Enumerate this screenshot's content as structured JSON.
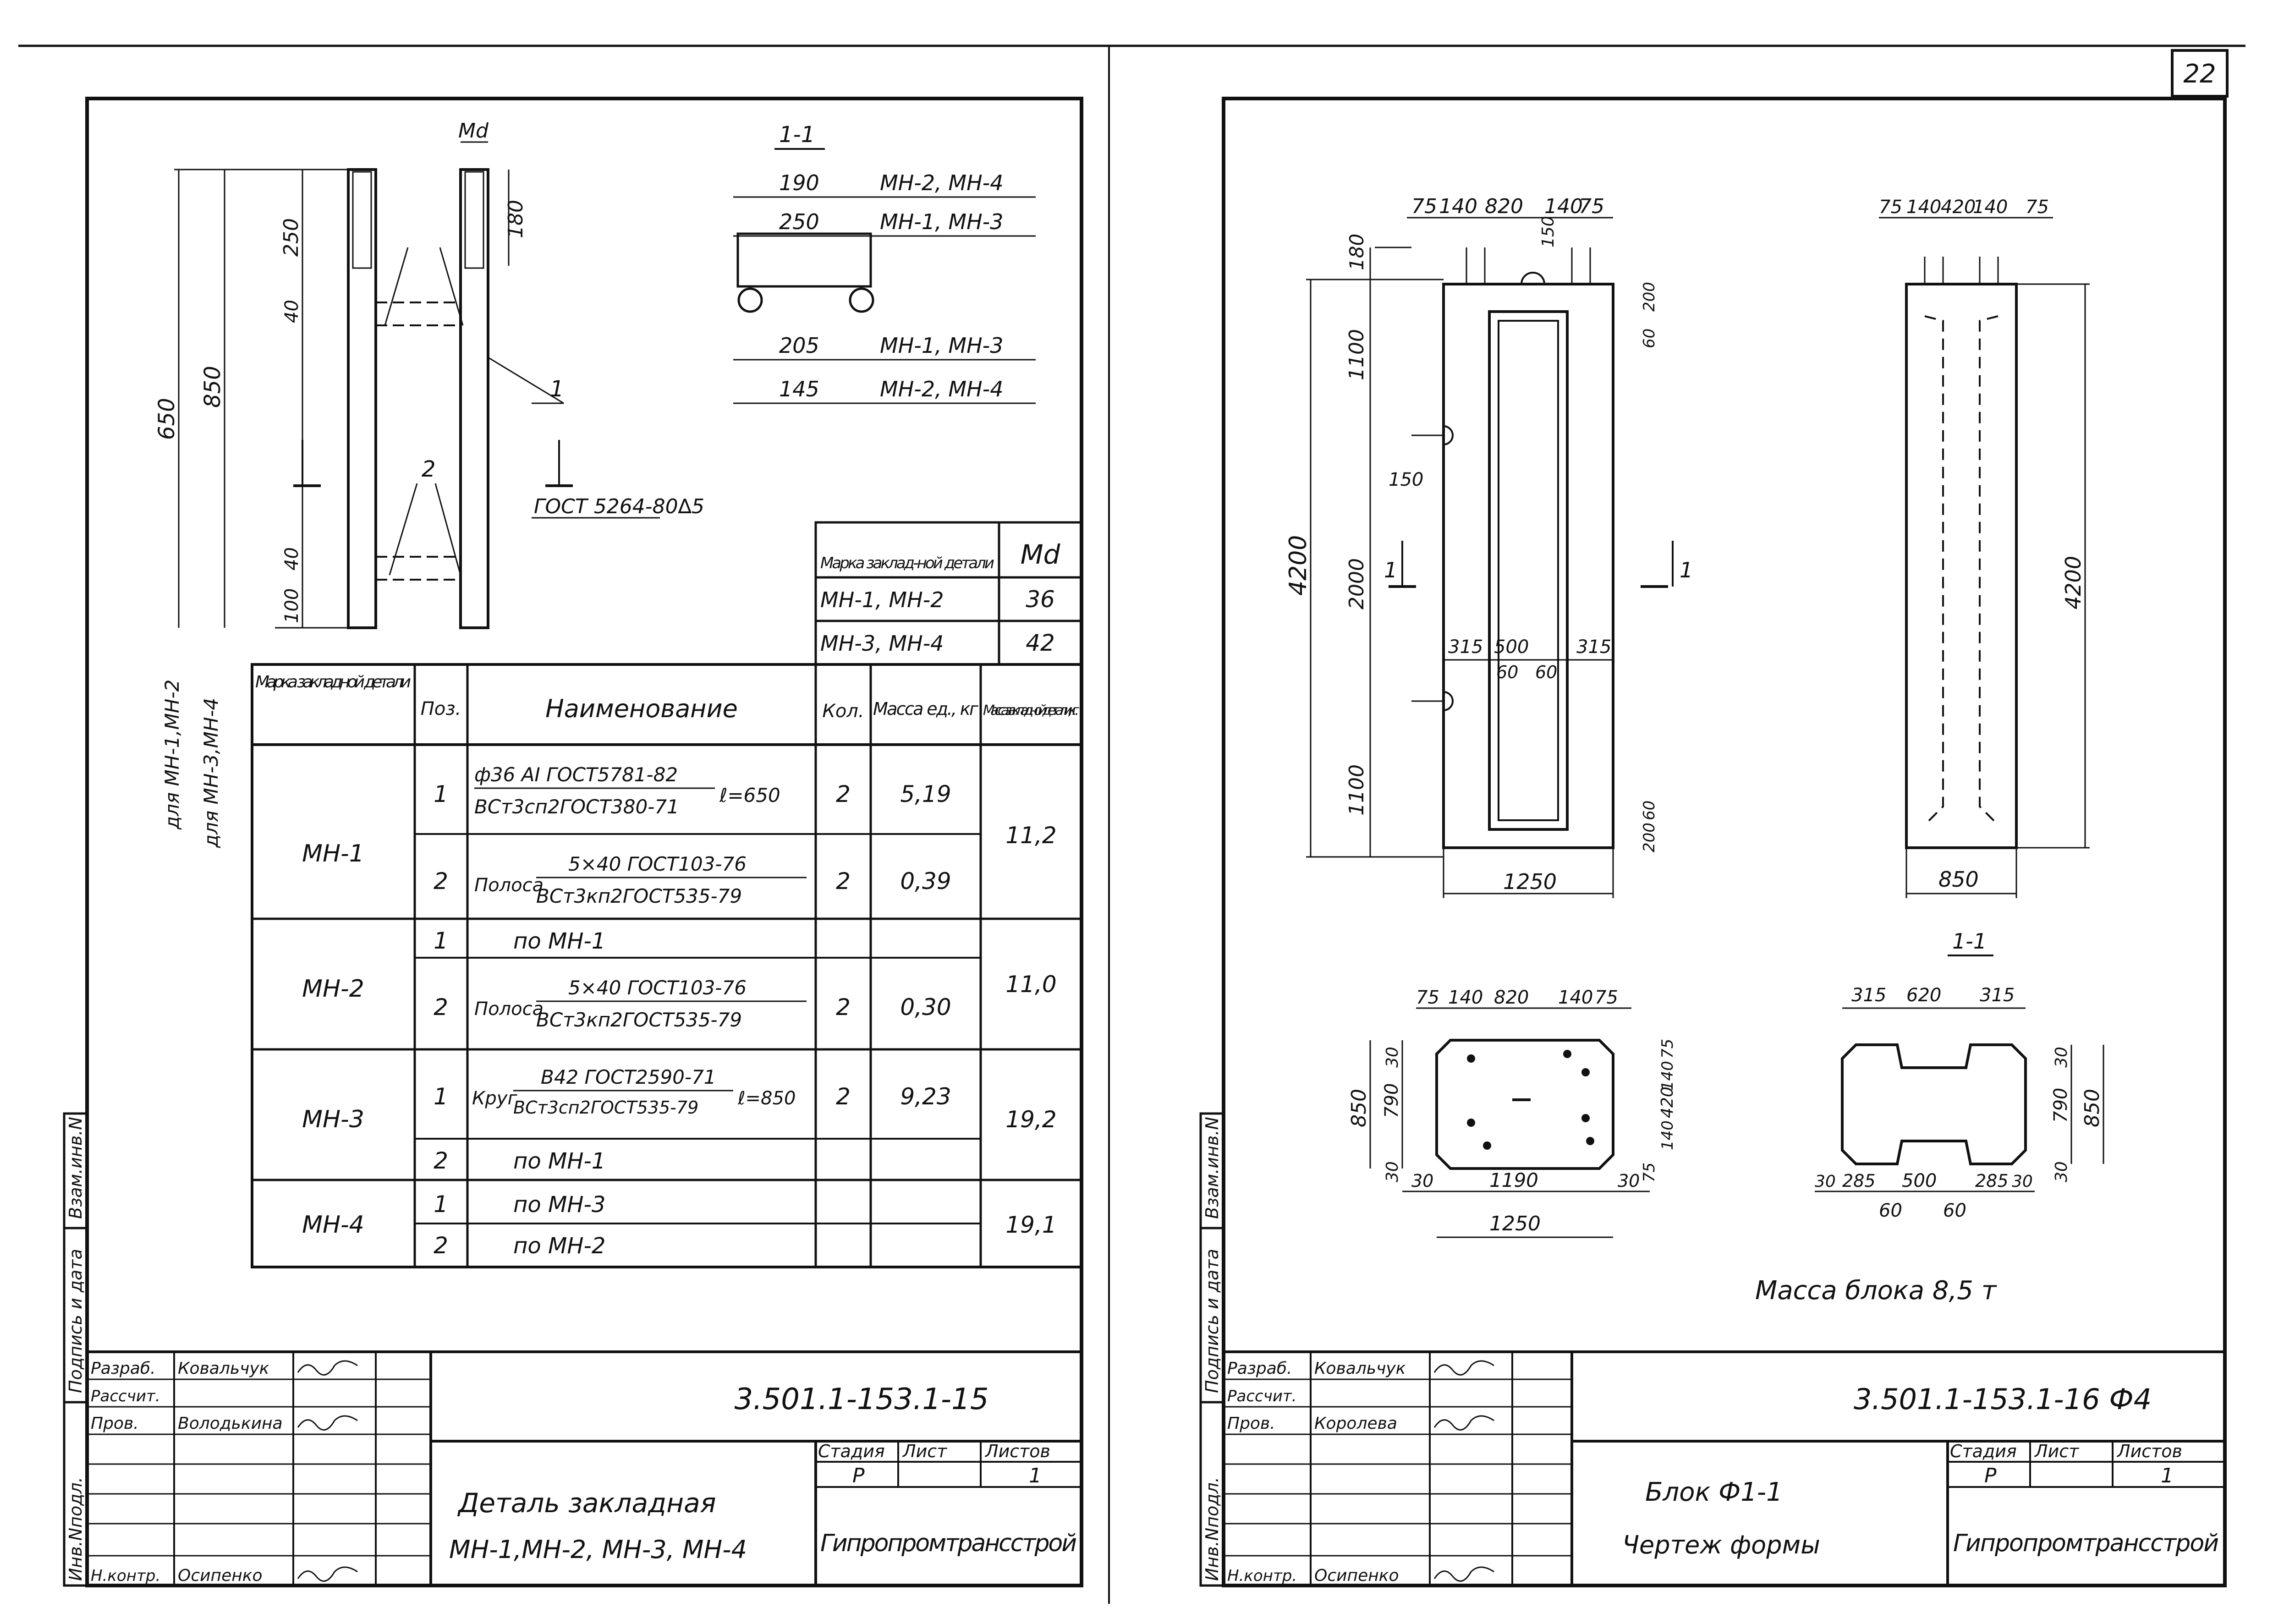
{
  "page_number": "22",
  "left_sheet": {
    "section_label": "1-1",
    "md_label": "Md",
    "dims_side": {
      "d650": "650",
      "d850": "850",
      "d250": "250",
      "d40a": "40",
      "d180": "180",
      "d40b": "40",
      "d100": "100"
    },
    "leaders": {
      "pos1": "1",
      "pos2": "2"
    },
    "weld_note": "ГОСТ 5264-80∆5",
    "for_mn12": "для МН-1,МН-2",
    "for_mn34": "для МН-3,МН-4",
    "section_rows": [
      {
        "dim": "190",
        "marks": "МН-2, МН-4"
      },
      {
        "dim": "250",
        "marks": "МН-1, МН-3"
      },
      {
        "dim": "205",
        "marks": "МН-1, МН-3"
      },
      {
        "dim": "145",
        "marks": "МН-2, МН-4"
      }
    ],
    "md_table": {
      "header_mark": "Марка заклад-ной детали",
      "header_md": "Md",
      "rows": [
        {
          "marks": "МН-1, МН-2",
          "md": "36"
        },
        {
          "marks": "МН-3, МН-4",
          "md": "42"
        }
      ]
    },
    "spec_table": {
      "headers": [
        "Марка закладной детали",
        "Поз.",
        "Наименование",
        "Кол.",
        "Масса ед., кг",
        "Масса закладной детали, кг."
      ],
      "groups": [
        {
          "mark": "МН-1",
          "total": "11,2",
          "rows": [
            {
              "pos": "1",
              "name_top": "ф36 АI ГОСТ5781-82",
              "name_bottom": "ВСт3сп2ГОСТ380-71",
              "suffix": "ℓ=650",
              "qty": "2",
              "mass": "5,19"
            },
            {
              "pos": "2",
              "prefix": "Полоса",
              "name_top": "5×40 ГОСТ103-76",
              "name_bottom": "ВСт3кп2ГОСТ535-79",
              "qty": "2",
              "mass": "0,39"
            }
          ]
        },
        {
          "mark": "МН-2",
          "total": "11,0",
          "rows": [
            {
              "pos": "1",
              "name": "по  МН-1"
            },
            {
              "pos": "2",
              "prefix": "Полоса",
              "name_top": "5×40 ГОСТ103-76",
              "name_bottom": "ВСт3кп2ГОСТ535-79",
              "qty": "2",
              "mass": "0,30"
            }
          ]
        },
        {
          "mark": "МН-3",
          "total": "19,2",
          "rows": [
            {
              "pos": "1",
              "prefix": "Круг",
              "name_top": "В42 ГОСТ2590-71",
              "name_bottom": "ВСт3сп2ГОСТ535-79",
              "suffix": "ℓ=850",
              "qty": "2",
              "mass": "9,23"
            },
            {
              "pos": "2",
              "name": "по  МН-1"
            }
          ]
        },
        {
          "mark": "МН-4",
          "total": "19,1",
          "rows": [
            {
              "pos": "1",
              "name": "по  МН-3"
            },
            {
              "pos": "2",
              "name": "по  МН-2"
            }
          ]
        }
      ]
    },
    "title_block": {
      "roles": [
        "Разраб.",
        "Рассчит.",
        "Пров.",
        "",
        "",
        "",
        "Н.контр."
      ],
      "names": [
        "Ковальчук",
        "",
        "Володькина",
        "",
        "",
        "",
        "Осипенко"
      ],
      "code": "3.501.1-153.1-15",
      "title_line1": "Деталь закладная",
      "title_line2": "МН-1,МН-2, МН-3, МН-4",
      "stage_h": "Стадия",
      "sheet_h": "Лист",
      "sheets_h": "Листов",
      "stage": "Р",
      "sheet": "",
      "sheets": "1",
      "org": "Гипропромтрансстрой"
    },
    "side_stamp": [
      "Инв.Nподл.",
      "Подпись и дата",
      "Взам.инв.N"
    ]
  },
  "right_sheet": {
    "top_dims": [
      "75",
      "140",
      "820",
      "140",
      "75"
    ],
    "top_dims_right": [
      "75",
      "140",
      "420",
      "140",
      "75"
    ],
    "dims_left": {
      "total": "4200",
      "a": "180",
      "b": "1100",
      "c": "2000",
      "d": "1100",
      "e": "150"
    },
    "dims_right_front": {
      "a": "200",
      "b": "60",
      "c": "60",
      "d": "200",
      "e": "150"
    },
    "dims_inner": {
      "a": "315",
      "b": "500",
      "c": "315",
      "d": "60",
      "e": "60"
    },
    "front_width": "1250",
    "side_height": "4200",
    "side_width": "850",
    "cut_label": "1",
    "plan": {
      "top": [
        "75",
        "140",
        "820",
        "140",
        "75"
      ],
      "left": [
        "30",
        "790",
        "30"
      ],
      "left_total": "850",
      "right": [
        "75",
        "420",
        "140",
        "140",
        "75"
      ],
      "bottom_inner": [
        "30",
        "1190",
        "30"
      ],
      "bottom_total": "1250"
    },
    "section": {
      "label": "1-1",
      "top": [
        "315",
        "620",
        "315"
      ],
      "right": [
        "30",
        "790",
        "30"
      ],
      "right_total": "850",
      "bottom": [
        "30",
        "285",
        "500",
        "285",
        "30"
      ],
      "bottom2": [
        "60",
        "60"
      ]
    },
    "mass_note": "Масса блока 8,5 т",
    "title_block": {
      "roles": [
        "Разраб.",
        "Рассчит.",
        "Пров.",
        "",
        "",
        "",
        "Н.контр."
      ],
      "names": [
        "Ковальчук",
        "",
        "Королева",
        "",
        "",
        "",
        "Осипенко"
      ],
      "code": "3.501.1-153.1-16 Ф4",
      "title_line1": "Блок Ф1-1",
      "title_line2": "Чертеж формы",
      "stage_h": "Стадия",
      "sheet_h": "Лист",
      "sheets_h": "Листов",
      "stage": "Р",
      "sheet": "",
      "sheets": "1",
      "org": "Гипропромтрансстрой"
    },
    "side_stamp": [
      "Инв.Nподл.",
      "Подпись и дата",
      "Взам.инв.N"
    ]
  }
}
